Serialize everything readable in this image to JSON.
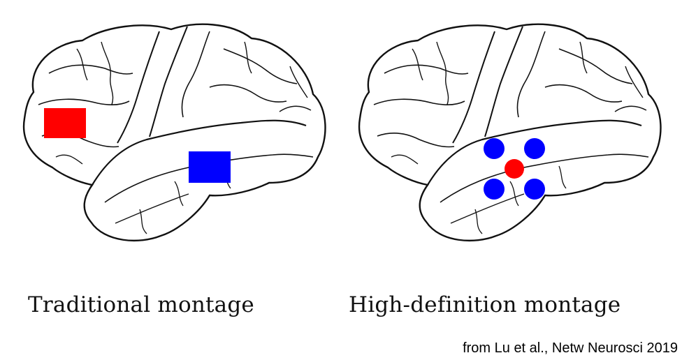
{
  "panels": [
    {
      "caption": "Traditional montage",
      "electrodes": [
        {
          "shape": "rect",
          "color": "#ff0000"
        },
        {
          "shape": "rect",
          "color": "#0000ff"
        }
      ]
    },
    {
      "caption": "High-definition montage",
      "electrodes": [
        {
          "shape": "circle",
          "color": "#ff0000"
        },
        {
          "shape": "circle",
          "color": "#0000ff"
        },
        {
          "shape": "circle",
          "color": "#0000ff"
        },
        {
          "shape": "circle",
          "color": "#0000ff"
        },
        {
          "shape": "circle",
          "color": "#0000ff"
        }
      ]
    }
  ],
  "citation": "from Lu et al., Netw Neurosci 2019",
  "colors": {
    "anode": "#ff0000",
    "cathode": "#0000ff",
    "outline": "#111111"
  }
}
